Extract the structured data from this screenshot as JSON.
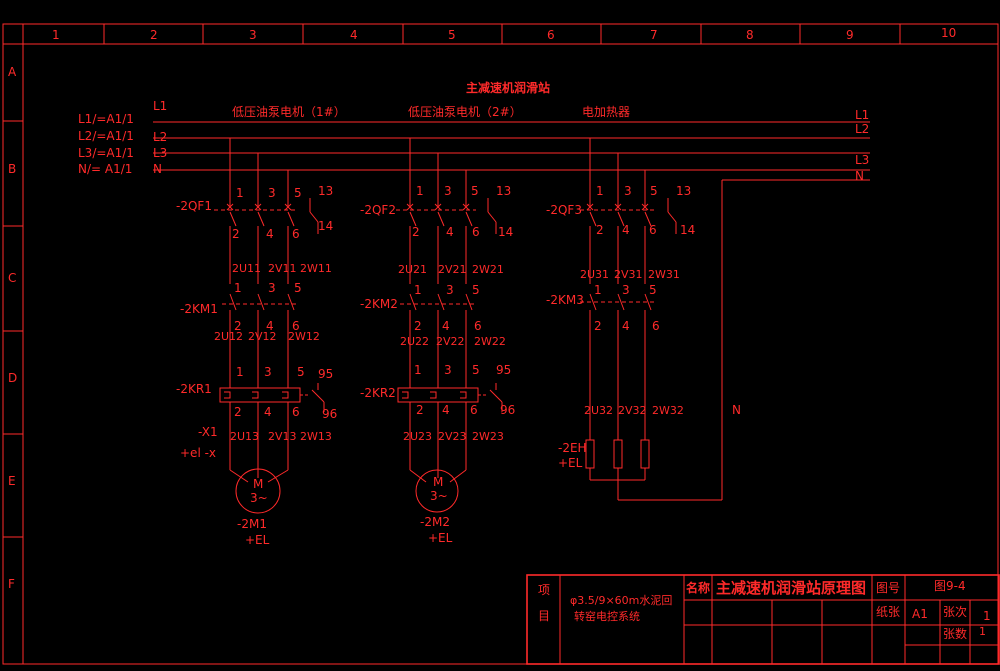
{
  "grid": {
    "columns": [
      "1",
      "2",
      "3",
      "4",
      "5",
      "6",
      "7",
      "8",
      "9",
      "10"
    ],
    "rows": [
      "A",
      "B",
      "C",
      "D",
      "E",
      "F"
    ]
  },
  "diagram": {
    "title": "主减速机润滑站",
    "bus_refs": [
      "L1/=A1/1",
      "L2/=A1/1",
      "L3/=A1/1",
      "N/= A1/1"
    ],
    "bus_left": [
      "L1",
      "L2",
      "L3",
      "N"
    ],
    "bus_right": [
      "L1",
      "L2",
      "L3",
      "N"
    ],
    "sections": [
      "低压油泵电机（1#）",
      "低压油泵电机（2#）",
      "电加热器"
    ],
    "branch1": {
      "qf": "-2QF1",
      "qf_top": [
        "1",
        "3",
        "5",
        "13"
      ],
      "qf_bot": [
        "2",
        "4",
        "6",
        "14"
      ],
      "wires1": [
        "2U11",
        "2V11",
        "2W11"
      ],
      "km": "-2KM1",
      "km_top": [
        "1",
        "3",
        "5"
      ],
      "km_bot": [
        "2",
        "4",
        "6"
      ],
      "wires2": [
        "2U12",
        "2V12",
        "2W12"
      ],
      "kr": "-2KR1",
      "kr_top": [
        "1",
        "3",
        "5",
        "95"
      ],
      "kr_bot": [
        "2",
        "4",
        "6",
        "96"
      ],
      "x_label": "-X1",
      "wires3": [
        "2U13",
        "2V13",
        "2W13"
      ],
      "loc": "+el  -x",
      "motor_m": "M",
      "motor_phase": "3~",
      "motor_name": "-2M1",
      "motor_loc": "+EL"
    },
    "branch2": {
      "qf": "-2QF2",
      "qf_top": [
        "1",
        "3",
        "5",
        "13"
      ],
      "qf_bot": [
        "2",
        "4",
        "6",
        "14"
      ],
      "wires1": [
        "2U21",
        "2V21",
        "2W21"
      ],
      "km": "-2KM2",
      "km_top": [
        "1",
        "3",
        "5"
      ],
      "km_bot": [
        "2",
        "4",
        "6"
      ],
      "wires2": [
        "2U22",
        "2V22",
        "2W22"
      ],
      "kr": "-2KR2",
      "kr_top": [
        "1",
        "3",
        "5",
        "95"
      ],
      "kr_bot": [
        "2",
        "4",
        "6",
        "96"
      ],
      "wires3": [
        "2U23",
        "2V23",
        "2W23"
      ],
      "motor_m": "M",
      "motor_phase": "3~",
      "motor_name": "-2M2",
      "motor_loc": "+EL"
    },
    "branch3": {
      "qf": "-2QF3",
      "qf_top": [
        "1",
        "3",
        "5",
        "13"
      ],
      "qf_bot": [
        "2",
        "4",
        "6",
        "14"
      ],
      "wires1": [
        "2U31",
        "2V31",
        "2W31"
      ],
      "km": "-2KM3",
      "km_top": [
        "1",
        "3",
        "5"
      ],
      "km_bot": [
        "2",
        "4",
        "6"
      ],
      "wires2": [
        "2U32",
        "2V32",
        "2W32"
      ],
      "n_label": "N",
      "heater": "-2EH",
      "heater_loc": "+EL"
    }
  },
  "title_block": {
    "item_label_1": "项",
    "item_label_2": "目",
    "project_1": "φ3.5/9×60m水泥回",
    "project_2": "转窑电控系统",
    "name_label": "名称",
    "name_value": "主减速机润滑站原理图",
    "drawing_no_label": "图号",
    "drawing_no_value": "图9-4",
    "paper_label": "纸张",
    "paper_value": "A1",
    "rev_label": "张次",
    "rev_value": "1",
    "sheets_label": "张数",
    "sheets_value": "1"
  }
}
